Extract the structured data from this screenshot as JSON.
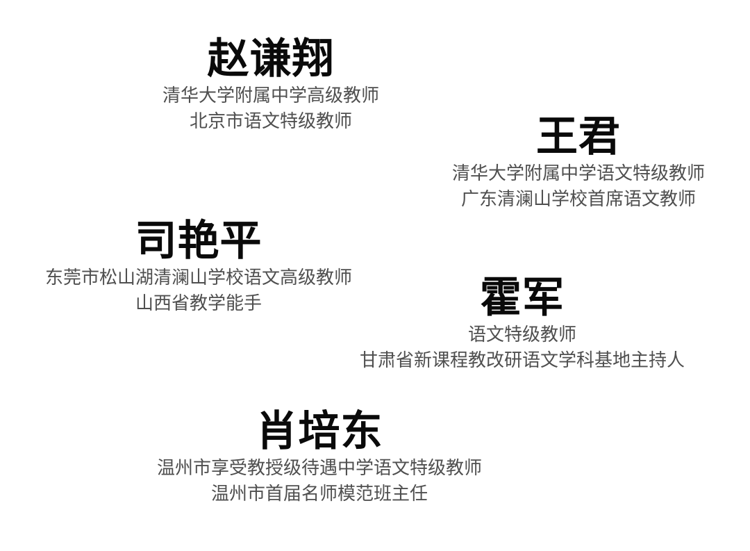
{
  "people": [
    {
      "name": "赵谦翔",
      "lines": [
        "清华大学附属中学高级教师",
        "北京市语文特级教师"
      ]
    },
    {
      "name": "王君",
      "lines": [
        "清华大学附属中学语文特级教师",
        "广东清澜山学校首席语文教师"
      ]
    },
    {
      "name": "司艳平",
      "lines": [
        "东莞市松山湖清澜山学校语文高级教师",
        "山西省教学能手"
      ]
    },
    {
      "name": "霍军",
      "lines": [
        "语文特级教师",
        "甘肃省新课程教改研语文学科基地主持人"
      ]
    },
    {
      "name": "肖培东",
      "lines": [
        "温州市享受教授级待遇中学语文特级教师",
        "温州市首届名师模范班主任"
      ]
    }
  ]
}
